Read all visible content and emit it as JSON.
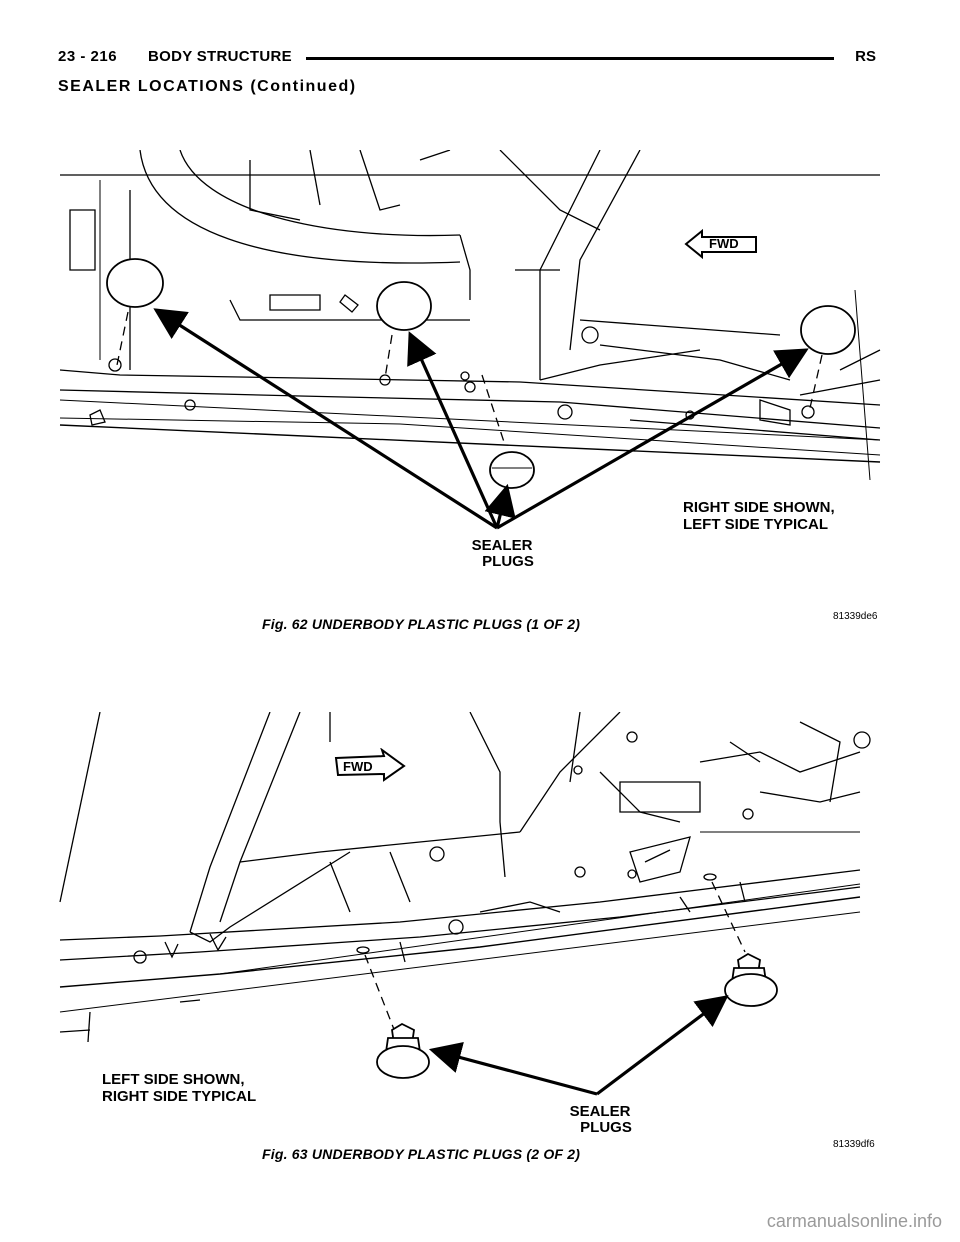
{
  "header": {
    "page_number": "23 - 216",
    "section_title": "BODY STRUCTURE",
    "model_code": "RS"
  },
  "section_heading": "SEALER LOCATIONS (Continued)",
  "figure1": {
    "fwd_label": "FWD",
    "side_note_line1": "RIGHT SIDE SHOWN,",
    "side_note_line2": "LEFT SIDE TYPICAL",
    "callout_line1": "SEALER",
    "callout_line2": "PLUGS",
    "image_code": "81339de6",
    "caption": "Fig. 62 UNDERBODY PLASTIC PLUGS (1 OF 2)"
  },
  "figure2": {
    "fwd_label": "FWD",
    "side_note_line1": "LEFT SIDE SHOWN,",
    "side_note_line2": "RIGHT SIDE TYPICAL",
    "callout_line1": "SEALER",
    "callout_line2": "PLUGS",
    "image_code": "81339df6",
    "caption": "Fig. 63 UNDERBODY PLASTIC PLUGS (2 OF 2)"
  },
  "watermark": "carmanualsonline.info"
}
